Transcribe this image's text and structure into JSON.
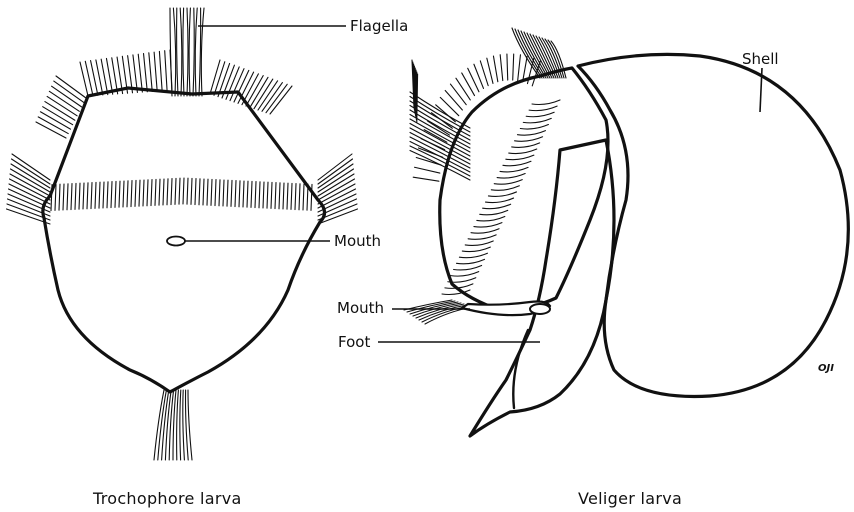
{
  "labels": {
    "flagella": "Flagella",
    "mouth_trochophore": "Mouth",
    "shell": "Shell",
    "mouth_veliger": "Mouth",
    "foot": "Foot"
  },
  "captions": {
    "trochophore": "Trochophore larva",
    "veliger": "Veliger larva"
  },
  "signature": "OJI"
}
